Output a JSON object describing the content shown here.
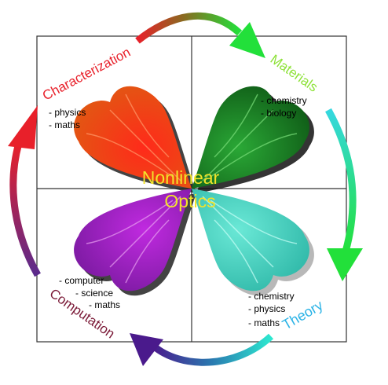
{
  "center": {
    "line1": "Nonlinear",
    "line2": "Optics",
    "color": "#f2e32a"
  },
  "quadrants": {
    "characterization": {
      "label": "Characterization",
      "color": "#e8202a",
      "notes": [
        "- physics",
        "- maths"
      ]
    },
    "materials": {
      "label": "Materials",
      "color": "#8ee23a",
      "notes": [
        "- chemistry",
        "- biology"
      ]
    },
    "theory": {
      "label": "Theory",
      "color": "#2bb3e6",
      "notes": [
        "- chemistry",
        "- physics",
        "- maths"
      ]
    },
    "computation": {
      "label": "Computation",
      "color": "#7a1836",
      "notes": [
        "- computer",
        "- science",
        "- maths"
      ]
    }
  },
  "leaf_colors": {
    "top_left": "#f0541a",
    "top_right": "#1e8c28",
    "bottom_left": "#b22ad6",
    "bottom_right": "#4fd6c6"
  },
  "arrow_colors": {
    "top": [
      "#e8202a",
      "#22e03a"
    ],
    "right": [
      "#35d8d8",
      "#22e03a"
    ],
    "bottom": [
      "#5a1a8c",
      "#2de8d0"
    ],
    "left": [
      "#6a2a8a",
      "#e8202a"
    ]
  }
}
